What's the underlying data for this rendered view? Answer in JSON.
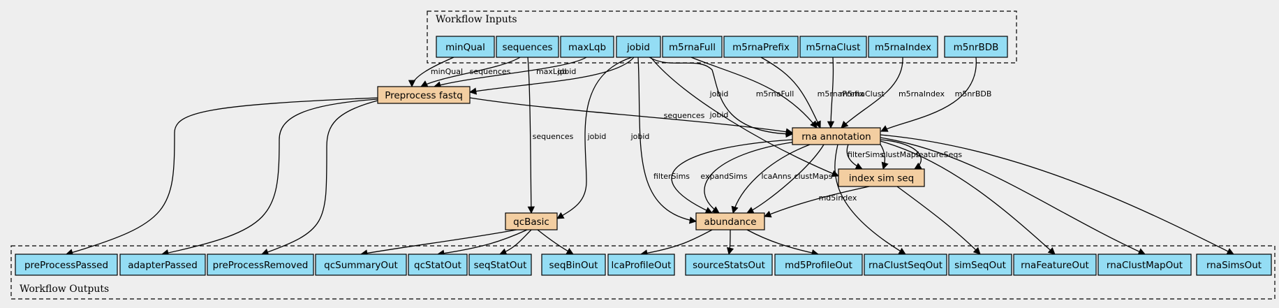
{
  "clusters": {
    "inputs_label": "Workflow Inputs",
    "outputs_label": "Workflow Outputs"
  },
  "inputs": [
    "minQual",
    "sequences",
    "maxLqb",
    "jobid",
    "m5rnaFull",
    "m5rnaPrefix",
    "m5rnaClust",
    "m5rnaIndex",
    "m5nrBDB"
  ],
  "steps": [
    "Preprocess fastq",
    "rna annotation",
    "index sim seq",
    "qcBasic",
    "abundance"
  ],
  "outputs": [
    "preProcessPassed",
    "adapterPassed",
    "preProcessRemoved",
    "qcSummaryOut",
    "qcStatOut",
    "seqStatOut",
    "seqBinOut",
    "lcaProfileOut",
    "sourceStatsOut",
    "md5ProfileOut",
    "rnaClustSeqOut",
    "simSeqOut",
    "rnaFeatureOut",
    "rnaClustMapOut",
    "rnaSimsOut"
  ],
  "edges": [
    {
      "from": "minQual",
      "to": "Preprocess fastq",
      "label": "minQual"
    },
    {
      "from": "sequences",
      "to": "Preprocess fastq",
      "label": "sequences"
    },
    {
      "from": "maxLqb",
      "to": "Preprocess fastq",
      "label": "maxLqb"
    },
    {
      "from": "jobid",
      "to": "Preprocess fastq",
      "label": "jobid"
    },
    {
      "from": "sequences",
      "to": "qcBasic",
      "label": "sequences"
    },
    {
      "from": "jobid",
      "to": "qcBasic",
      "label": "jobid"
    },
    {
      "from": "jobid",
      "to": "abundance",
      "label": "jobid"
    },
    {
      "from": "jobid",
      "to": "rna annotation",
      "label": "jobid"
    },
    {
      "from": "jobid",
      "to": "index sim seq",
      "label": "jobid"
    },
    {
      "from": "m5rnaFull",
      "to": "rna annotation",
      "label": "m5rnaFull"
    },
    {
      "from": "m5rnaPrefix",
      "to": "rna annotation",
      "label": "m5rnaPrefix"
    },
    {
      "from": "m5rnaClust",
      "to": "rna annotation",
      "label": "m5rnaClust"
    },
    {
      "from": "m5rnaIndex",
      "to": "rna annotation",
      "label": "m5rnaIndex"
    },
    {
      "from": "m5nrBDB",
      "to": "rna annotation",
      "label": "m5nrBDB"
    },
    {
      "from": "Preprocess fastq",
      "to": "rna annotation",
      "label": "sequences"
    },
    {
      "from": "Preprocess fastq",
      "to": "preProcessPassed",
      "label": ""
    },
    {
      "from": "Preprocess fastq",
      "to": "adapterPassed",
      "label": ""
    },
    {
      "from": "Preprocess fastq",
      "to": "preProcessRemoved",
      "label": ""
    },
    {
      "from": "rna annotation",
      "to": "index sim seq",
      "label": "filterSims"
    },
    {
      "from": "rna annotation",
      "to": "index sim seq",
      "label": "clustMaps"
    },
    {
      "from": "rna annotation",
      "to": "index sim seq",
      "label": "featureSeqs"
    },
    {
      "from": "rna annotation",
      "to": "abundance",
      "label": "filterSims"
    },
    {
      "from": "rna annotation",
      "to": "abundance",
      "label": "expandSims"
    },
    {
      "from": "rna annotation",
      "to": "abundance",
      "label": "lcaAnns"
    },
    {
      "from": "rna annotation",
      "to": "abundance",
      "label": "clustMaps"
    },
    {
      "from": "index sim seq",
      "to": "abundance",
      "label": "md5index"
    },
    {
      "from": "rna annotation",
      "to": "rnaClustSeqOut",
      "label": ""
    },
    {
      "from": "rna annotation",
      "to": "rnaFeatureOut",
      "label": ""
    },
    {
      "from": "rna annotation",
      "to": "rnaClustMapOut",
      "label": ""
    },
    {
      "from": "rna annotation",
      "to": "rnaSimsOut",
      "label": ""
    },
    {
      "from": "index sim seq",
      "to": "simSeqOut",
      "label": ""
    },
    {
      "from": "qcBasic",
      "to": "qcSummaryOut",
      "label": ""
    },
    {
      "from": "qcBasic",
      "to": "qcStatOut",
      "label": ""
    },
    {
      "from": "qcBasic",
      "to": "seqStatOut",
      "label": ""
    },
    {
      "from": "qcBasic",
      "to": "seqBinOut",
      "label": ""
    },
    {
      "from": "abundance",
      "to": "lcaProfileOut",
      "label": ""
    },
    {
      "from": "abundance",
      "to": "sourceStatsOut",
      "label": ""
    },
    {
      "from": "abundance",
      "to": "md5ProfileOut",
      "label": ""
    }
  ],
  "colors": {
    "background": "#eeeeee",
    "io_fill": "#94ddf4",
    "step_fill": "#f3cea1",
    "stroke": "#000000"
  }
}
